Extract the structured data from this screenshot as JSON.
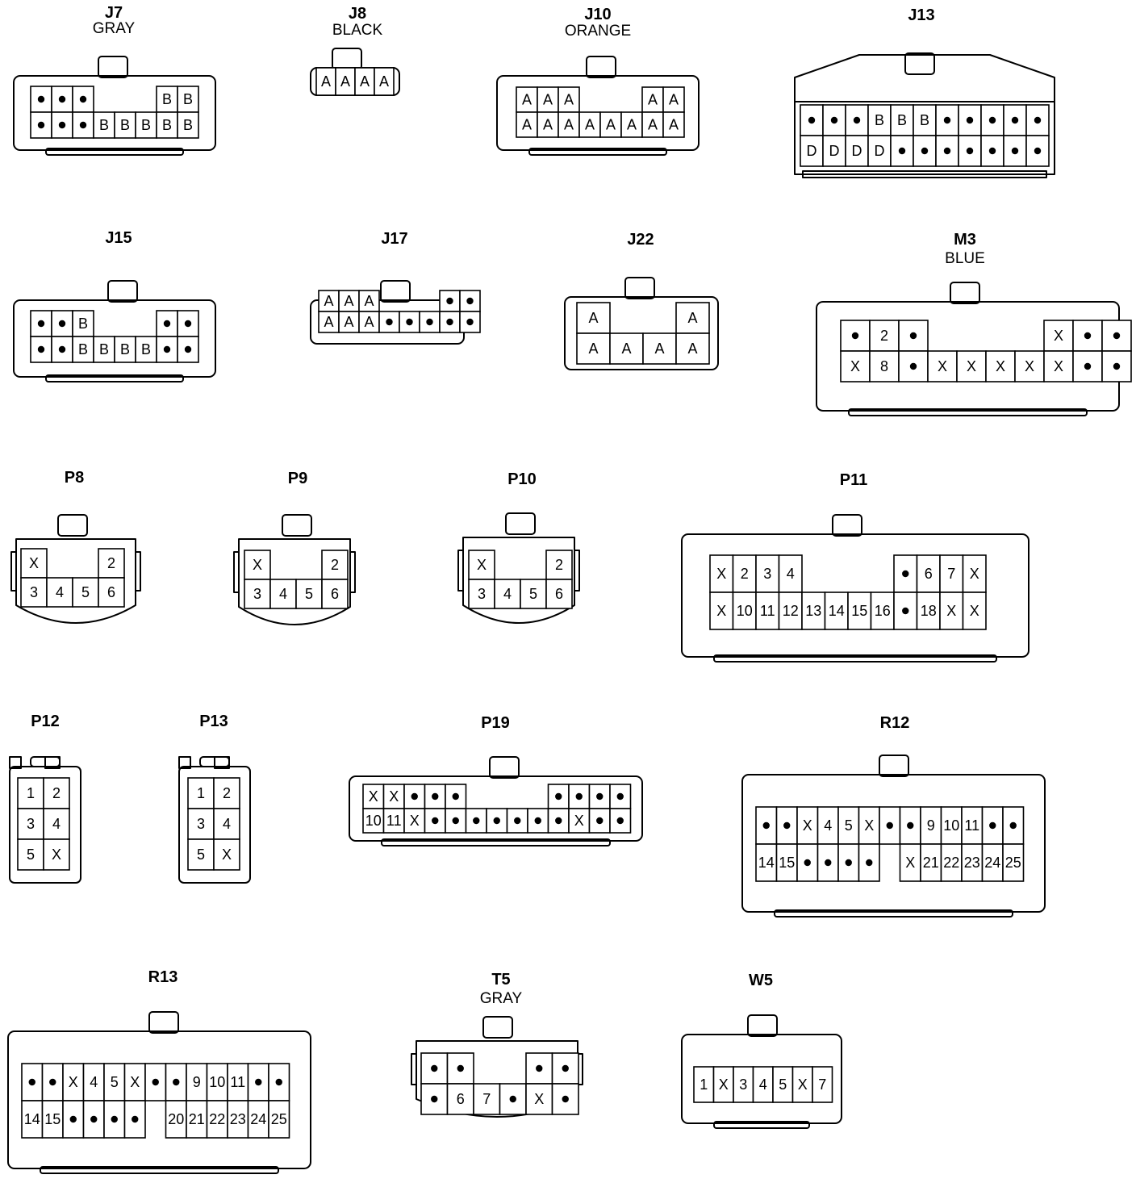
{
  "connectors": [
    {
      "id": "J7",
      "color": "GRAY",
      "rows": [
        [
          "•",
          "•",
          "•",
          "",
          "",
          "",
          "B",
          "B"
        ],
        [
          "•",
          "•",
          "•",
          "B",
          "B",
          "B",
          "B",
          "B"
        ]
      ]
    },
    {
      "id": "J8",
      "color": "BLACK",
      "rows": [
        [
          "A",
          "A",
          "A",
          "A"
        ]
      ]
    },
    {
      "id": "J10",
      "color": "ORANGE",
      "rows": [
        [
          "A",
          "A",
          "A",
          "",
          "",
          "",
          "A",
          "A"
        ],
        [
          "A",
          "A",
          "A",
          "A",
          "A",
          "A",
          "A",
          "A"
        ]
      ]
    },
    {
      "id": "J13",
      "color": "",
      "rows": [
        [
          "•",
          "•",
          "•",
          "B",
          "B",
          "B",
          "•",
          "•",
          "•",
          "•",
          "•"
        ],
        [
          "D",
          "D",
          "D",
          "D",
          "•",
          "•",
          "•",
          "•",
          "•",
          "•",
          "•"
        ]
      ]
    },
    {
      "id": "J15",
      "color": "",
      "rows": [
        [
          "•",
          "•",
          "B",
          "",
          "",
          "",
          "•",
          "•"
        ],
        [
          "•",
          "•",
          "B",
          "B",
          "B",
          "B",
          "•",
          "•"
        ]
      ]
    },
    {
      "id": "J17",
      "color": "",
      "rows": [
        [
          "A",
          "A",
          "A",
          "",
          "",
          "",
          "•",
          "•"
        ],
        [
          "A",
          "A",
          "A",
          "•",
          "•",
          "•",
          "•",
          "•"
        ]
      ]
    },
    {
      "id": "J22",
      "color": "",
      "rows": [
        [
          "A",
          "",
          "",
          "A"
        ],
        [
          "A",
          "A",
          "A",
          "A"
        ]
      ]
    },
    {
      "id": "M3",
      "color": "BLUE",
      "rows": [
        [
          "•",
          "2",
          "•",
          "",
          "",
          "",
          "",
          "X",
          "•",
          "•"
        ],
        [
          "X",
          "8",
          "•",
          "X",
          "X",
          "X",
          "X",
          "X",
          "•",
          "•"
        ]
      ]
    },
    {
      "id": "P8",
      "color": "",
      "rows": [
        [
          "X",
          "",
          "",
          "2"
        ],
        [
          "3",
          "4",
          "5",
          "6"
        ]
      ]
    },
    {
      "id": "P9",
      "color": "",
      "rows": [
        [
          "X",
          "",
          "",
          "2"
        ],
        [
          "3",
          "4",
          "5",
          "6"
        ]
      ]
    },
    {
      "id": "P10",
      "color": "",
      "rows": [
        [
          "X",
          "",
          "",
          "2"
        ],
        [
          "3",
          "4",
          "5",
          "6"
        ]
      ]
    },
    {
      "id": "P11",
      "color": "",
      "rows": [
        [
          "X",
          "2",
          "3",
          "4",
          "",
          "",
          "",
          "",
          "•",
          "6",
          "7",
          "X"
        ],
        [
          "X",
          "10",
          "11",
          "12",
          "13",
          "14",
          "15",
          "16",
          "•",
          "18",
          "X",
          "X"
        ]
      ]
    },
    {
      "id": "P12",
      "color": "",
      "rows": [
        [
          "1",
          "2"
        ],
        [
          "3",
          "4"
        ],
        [
          "5",
          "X"
        ]
      ]
    },
    {
      "id": "P13",
      "color": "",
      "rows": [
        [
          "1",
          "2"
        ],
        [
          "3",
          "4"
        ],
        [
          "5",
          "X"
        ]
      ]
    },
    {
      "id": "P19",
      "color": "",
      "rows": [
        [
          "X",
          "X",
          "•",
          "•",
          "•",
          "",
          "",
          "",
          "",
          "•",
          "•",
          "•",
          "•"
        ],
        [
          "10",
          "11",
          "X",
          "•",
          "•",
          "•",
          "•",
          "•",
          "•",
          "•",
          "X",
          "•",
          "•"
        ]
      ]
    },
    {
      "id": "R12",
      "color": "",
      "rows": [
        [
          "•",
          "•",
          "X",
          "4",
          "5",
          "X",
          "•",
          "•",
          "9",
          "10",
          "11",
          "•",
          "•"
        ],
        [
          "14",
          "15",
          "•",
          "•",
          "•",
          "•",
          "",
          "X",
          "21",
          "22",
          "23",
          "24",
          "25"
        ]
      ]
    },
    {
      "id": "R13",
      "color": "",
      "rows": [
        [
          "•",
          "•",
          "X",
          "4",
          "5",
          "X",
          "•",
          "•",
          "9",
          "10",
          "11",
          "•",
          "•"
        ],
        [
          "14",
          "15",
          "•",
          "•",
          "•",
          "•",
          "",
          "20",
          "21",
          "22",
          "23",
          "24",
          "25"
        ]
      ]
    },
    {
      "id": "T5",
      "color": "GRAY",
      "rows": [
        [
          "•",
          "•",
          "",
          "",
          "•",
          "•"
        ],
        [
          "•",
          "6",
          "7",
          "•",
          "X",
          "•"
        ]
      ]
    },
    {
      "id": "W5",
      "color": "",
      "rows": [
        [
          "1",
          "X",
          "3",
          "4",
          "5",
          "X",
          "7"
        ]
      ]
    }
  ]
}
